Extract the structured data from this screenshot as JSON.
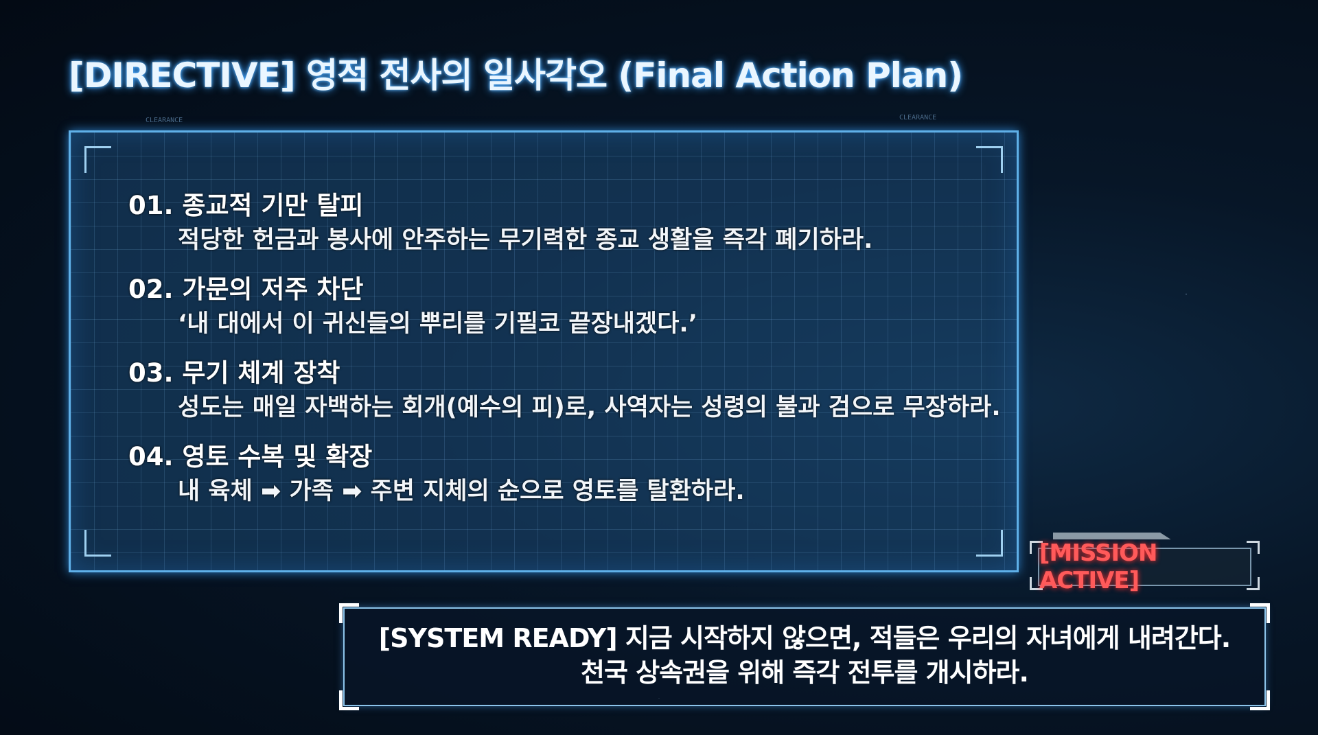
{
  "title": "[DIRECTIVE] 영적 전사의 일사각오 (Final Action Plan)",
  "decor_labels": {
    "clearance_left": "CLEARANCE",
    "clearance_right": "CLEARANCE"
  },
  "items": [
    {
      "head": "01. 종교적 기만 탈피",
      "body": "적당한 헌금과 봉사에 안주하는 무기력한 종교 생활을 즉각 폐기하라."
    },
    {
      "head": "02. 가문의 저주 차단",
      "body": "‘내 대에서 이 귀신들의 뿌리를 기필코 끝장내겠다.’"
    },
    {
      "head": "03. 무기 체계 장착",
      "body": "성도는 매일 자백하는 회개(예수의 피)로, 사역자는 성령의 불과 검으로 무장하라."
    },
    {
      "head": "04. 영토 수복 및 확장",
      "body": "내 육체 ➡ 가족 ➡ 주변 지체의 순으로 영토를 탈환하라."
    }
  ],
  "mission": {
    "label": "[MISSION ACTIVE]",
    "color": "#ff5a5a"
  },
  "system": {
    "line1": "[SYSTEM READY] 지금 시작하지 않으면, 적들은 우리의 자녀에게 내려간다.",
    "line2": "천국 상속권을 위해 즉각 전투를 개시하라."
  },
  "colors": {
    "accent": "#5fb0e8",
    "title_glow": "#3aa0ff"
  }
}
